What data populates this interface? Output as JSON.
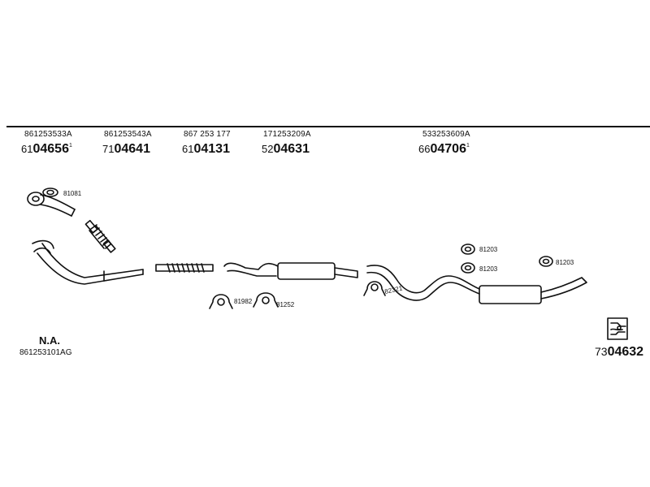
{
  "parts": [
    {
      "oe": "861253533A",
      "prefix": "61",
      "code": "04656",
      "sup": "1"
    },
    {
      "oe": "861253543A",
      "prefix": "71",
      "code": "04641",
      "sup": ""
    },
    {
      "oe": "867 253 177",
      "prefix": "61",
      "code": "04131",
      "sup": ""
    },
    {
      "oe": "171253209A",
      "prefix": "52",
      "code": "04631",
      "sup": ""
    },
    {
      "oe": "533253609A",
      "prefix": "66",
      "code": "04706",
      "sup": "1"
    }
  ],
  "fittings": {
    "gasket": "81081",
    "clamp_a": "81982",
    "clamp_b": "81252",
    "clamp_c": "82321",
    "rubber_1": "81203",
    "rubber_2": "81203",
    "rubber_3": "81203"
  },
  "front_pipe": {
    "label": "N.A.",
    "oe": "861253101AG"
  },
  "system": {
    "prefix": "73",
    "code": "04632"
  },
  "icons": {
    "kit": "exhaust-kit-icon"
  }
}
